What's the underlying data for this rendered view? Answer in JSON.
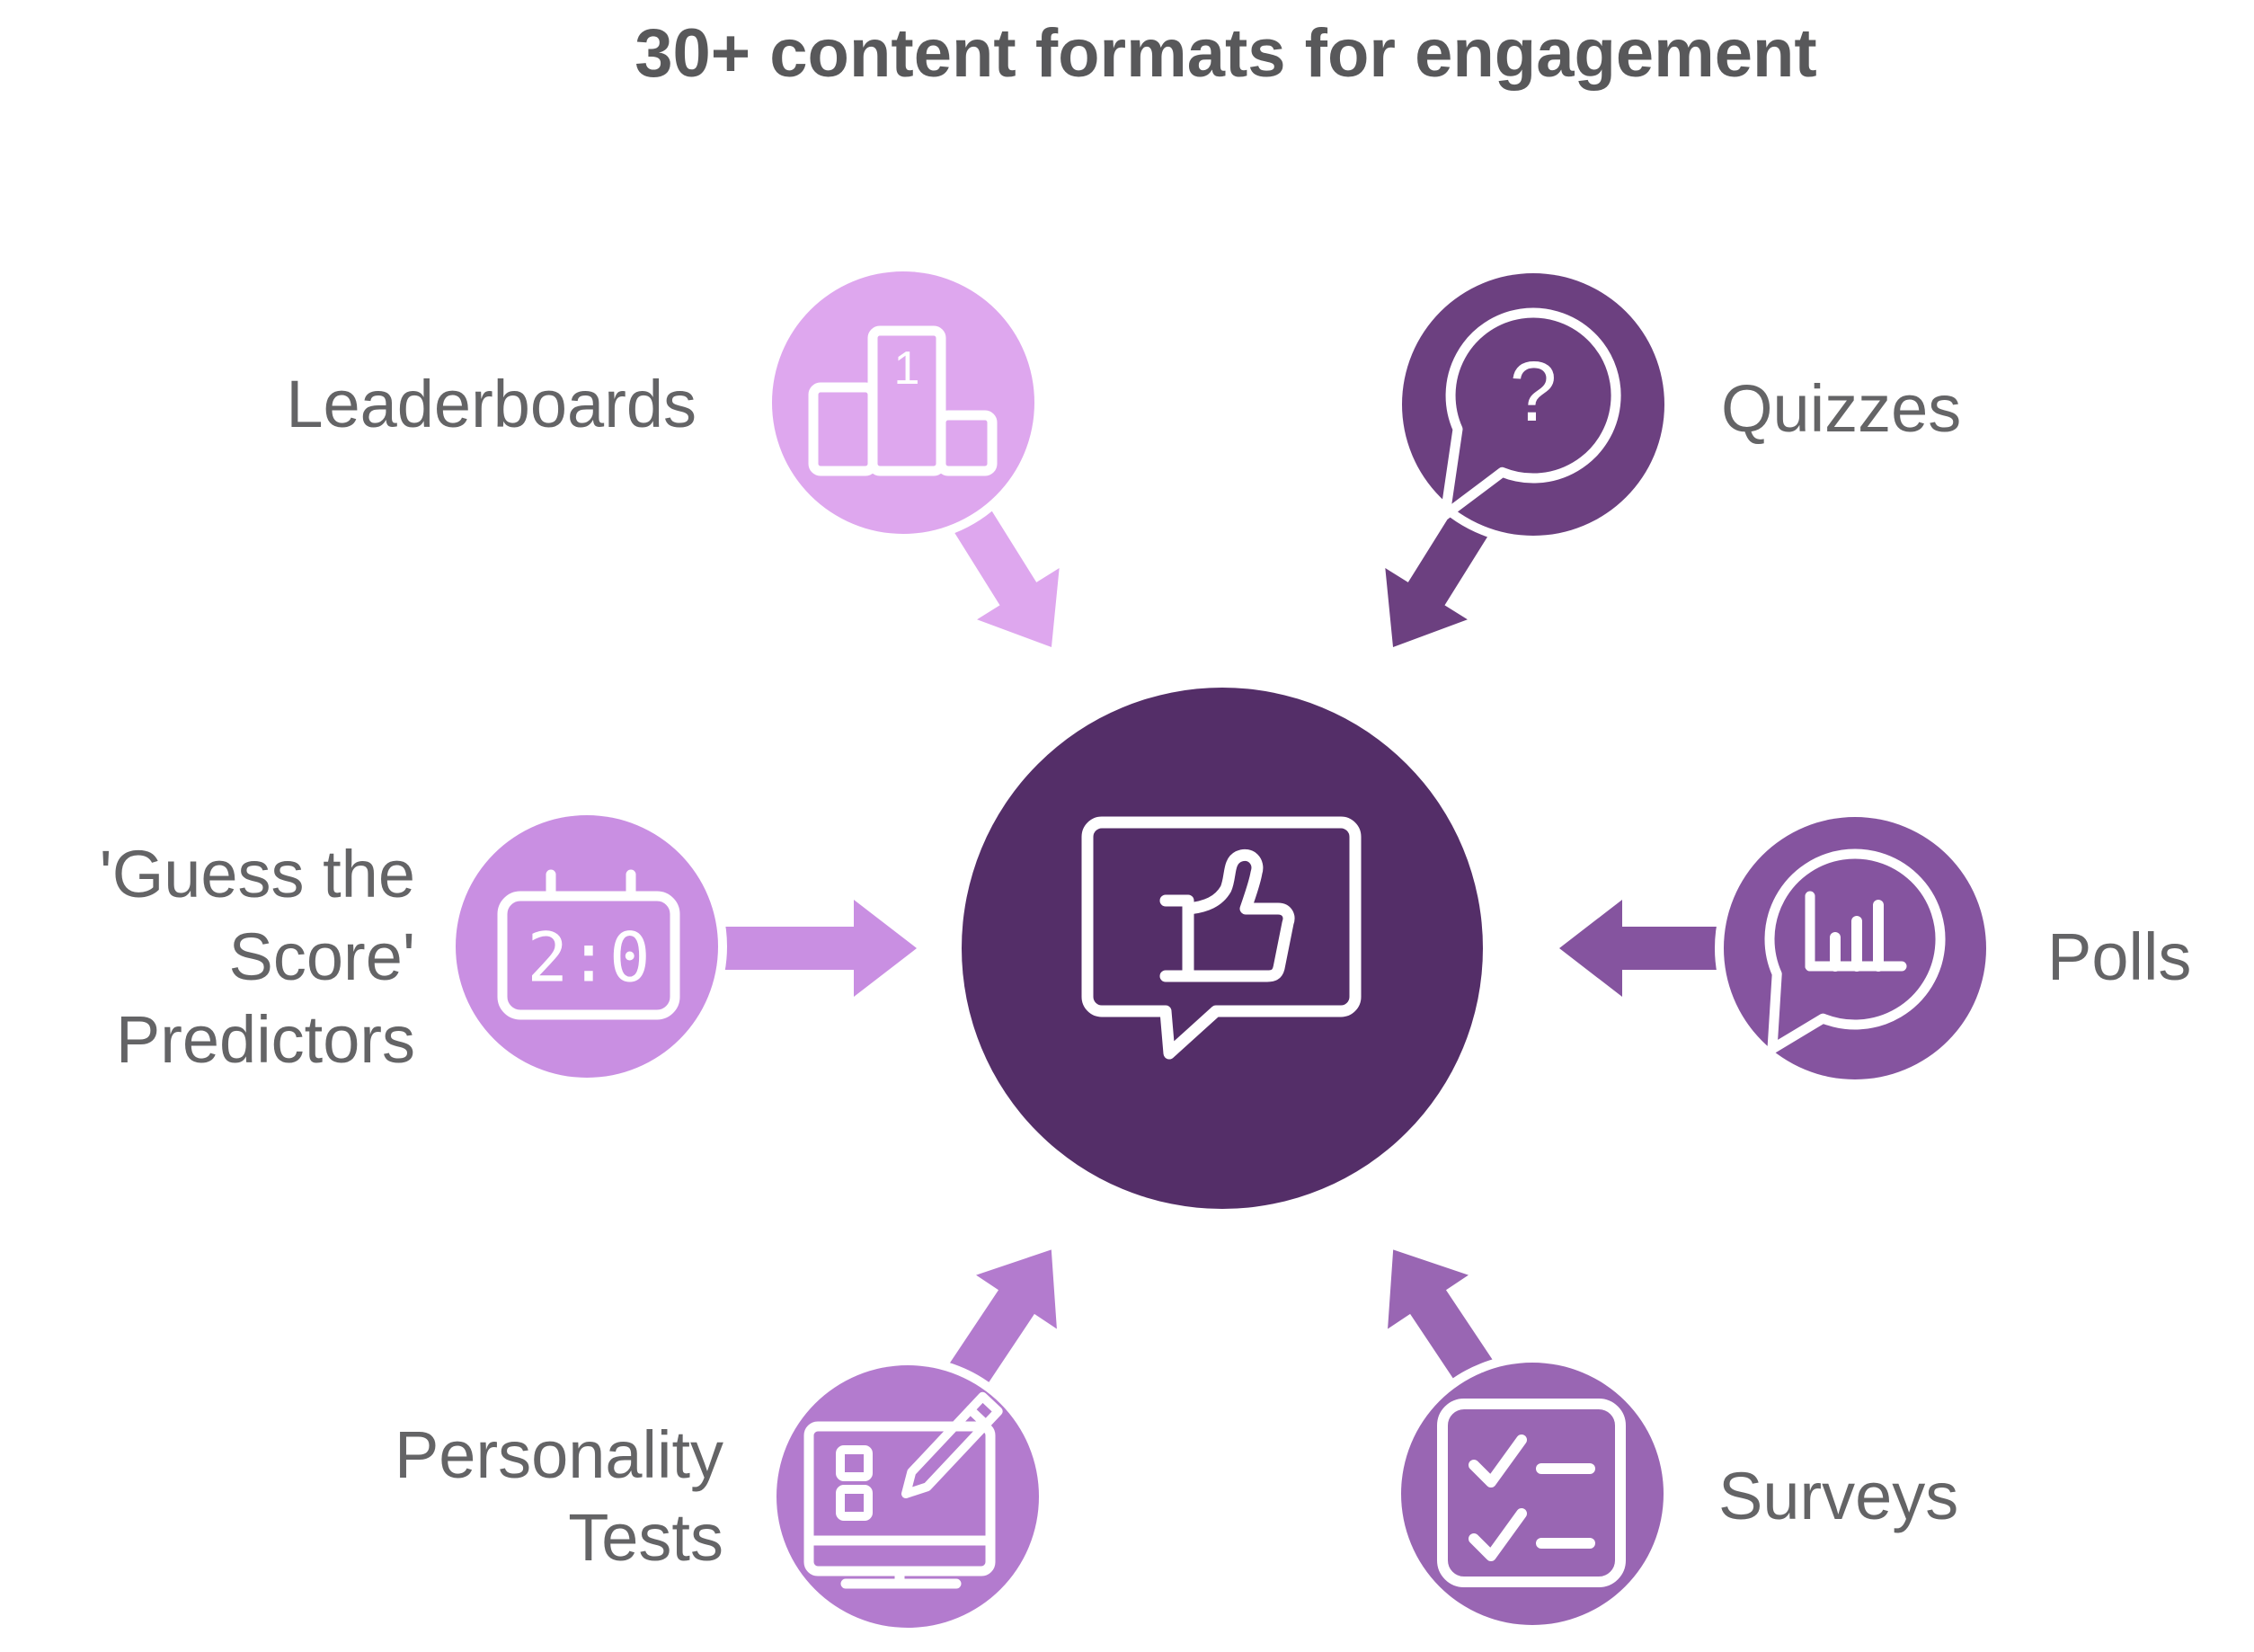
{
  "title": "30+ content formats for engagement",
  "hub": {
    "icon": "like-message-bubble-icon",
    "color": "#542E68"
  },
  "nodes": {
    "leaderboards": {
      "label": "Leaderboards",
      "color": "#DEA7EE",
      "icon": "podium-icon",
      "rank": "1"
    },
    "quizzes": {
      "label": "Quizzes",
      "color": "#6C4080",
      "icon": "question-bubble-icon",
      "glyph": "?"
    },
    "guess_the_score": {
      "label": "'Guess the\nScore'\nPredictors",
      "color": "#C98FE2",
      "icon": "scoreboard-icon",
      "score": "2:0"
    },
    "polls": {
      "label": "Polls",
      "color": "#85549F",
      "icon": "poll-chart-bubble-icon"
    },
    "personality_tests": {
      "label": "Personality\nTests",
      "color": "#B37BCE",
      "icon": "monitor-pencil-icon"
    },
    "surveys": {
      "label": "Surveys",
      "color": "#9966B3",
      "icon": "checklist-icon"
    }
  },
  "text_colors": {
    "title": "#58585A",
    "labels": "#646466"
  }
}
